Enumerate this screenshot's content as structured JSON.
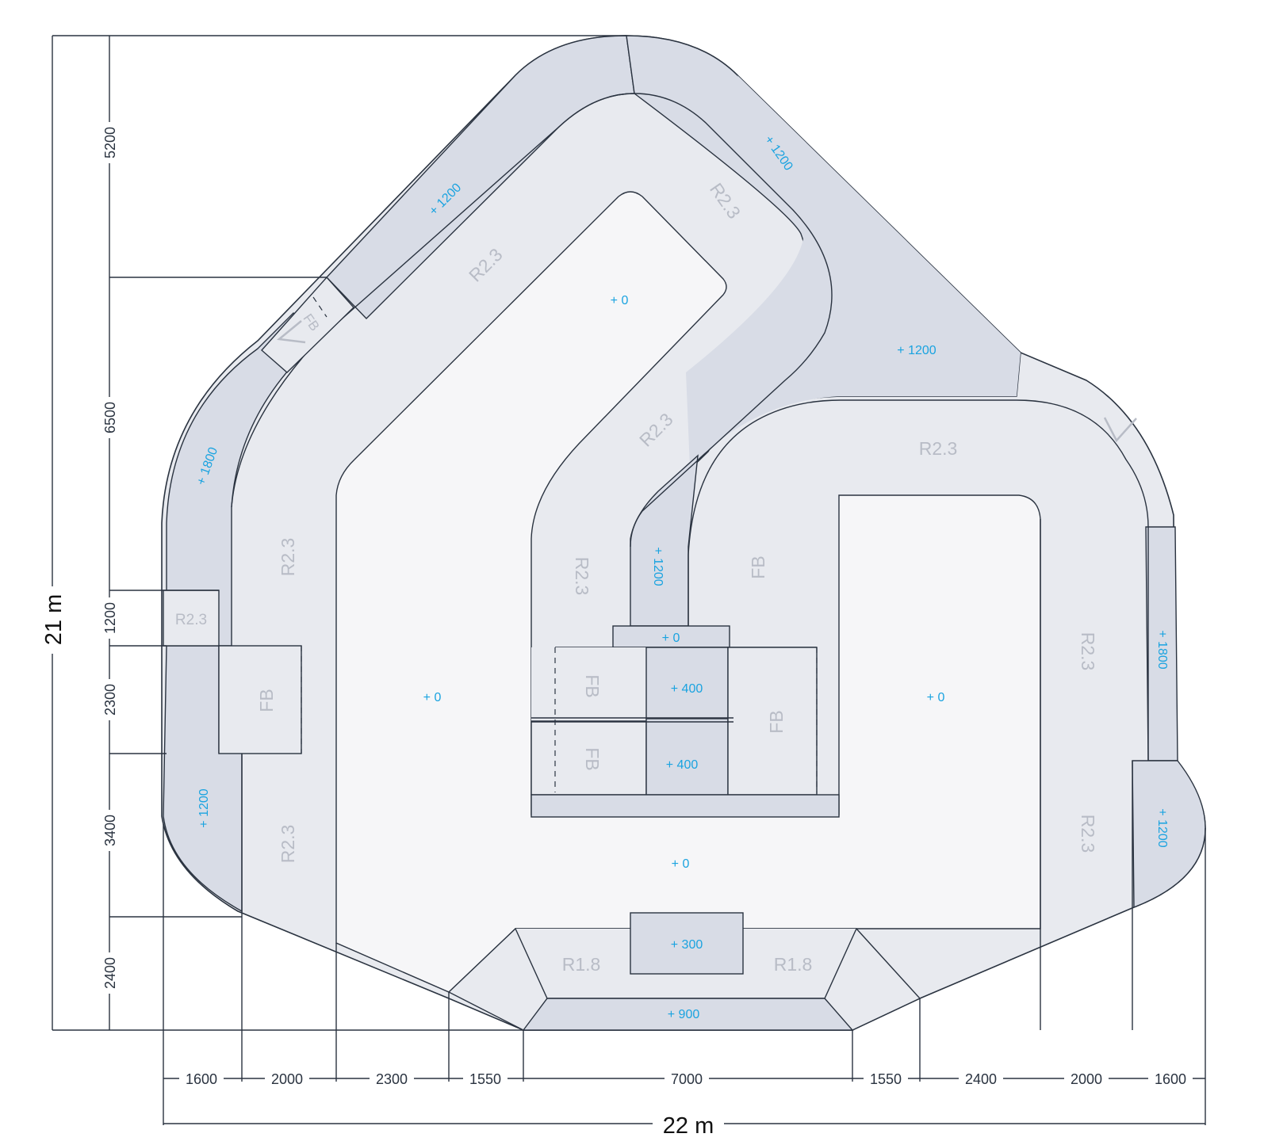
{
  "overall": {
    "width_label": "22 m",
    "height_label": "21 m"
  },
  "dims_bottom": [
    "1600",
    "2000",
    "2300",
    "1550",
    "7000",
    "1550",
    "2400",
    "2000",
    "1600"
  ],
  "dims_left": [
    "5200",
    "6500",
    "1200",
    "2300",
    "3400",
    "2400"
  ],
  "zones": {
    "r23_top_left": "R2.3",
    "r23_top_right": "R2.3",
    "r23_center": "R2.3",
    "r23_right_top": "R2.3",
    "r23_left_upper": "R2.3",
    "r23_left_box": "R2.3",
    "r23_left_lower": "R2.3",
    "r23_inner_left": "R2.3",
    "r23_right_mid": "R2.3",
    "r23_right_low": "R2.3",
    "fb_left": "FB",
    "fb_topleft": "FB",
    "fb_center": "FB",
    "fb_box1": "FB",
    "fb_box2": "FB",
    "fb_box3": "FB",
    "r18_left": "R1.8",
    "r18_right": "R1.8"
  },
  "heights": {
    "top_left_deck": "+ 1200",
    "top_right_deck": "+ 1200",
    "right_deck": "+ 1200",
    "left_deck": "+ 1800",
    "left_lower_deck": "+ 1200",
    "center_connector": "+ 1200",
    "right_upper_deck": "+ 1800",
    "right_lower_deck": "+ 1200",
    "infield_top": "+ 0",
    "infield_left": "+ 0",
    "infield_right": "+ 0",
    "infield_bottom": "+ 0",
    "center_top": "+ 0",
    "center_box_upper": "+ 400",
    "center_box_lower": "+ 400",
    "bottom_box": "+ 300",
    "bottom_deck": "+ 900"
  },
  "colors": {
    "deck": "#d8dce6",
    "transition": "#e8eaef",
    "flat": "#f6f6f8",
    "line": "#2a3340",
    "height_text": "#1aa3e0",
    "zone_text": "#b8bcc6"
  }
}
